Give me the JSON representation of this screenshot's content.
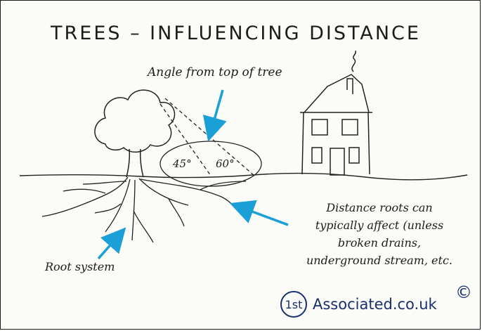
{
  "title": "TREES – INFLUENCING DISTANCE",
  "labels": {
    "angle_from_top": "Angle from top of tree",
    "angle_45": "45°",
    "angle_60": "60°",
    "root_system": "Root system",
    "distance_line1": "Distance roots can",
    "distance_line2": "typically affect (unless",
    "distance_line3": "broken drains,",
    "distance_line4": "underground stream, etc."
  },
  "logo": {
    "badge": "1st",
    "text": "Associated.co.uk",
    "copyright": "©"
  },
  "colors": {
    "arrow": "#1a9fd6",
    "brand": "#1a2f6e",
    "ink": "#1c1c1c"
  }
}
